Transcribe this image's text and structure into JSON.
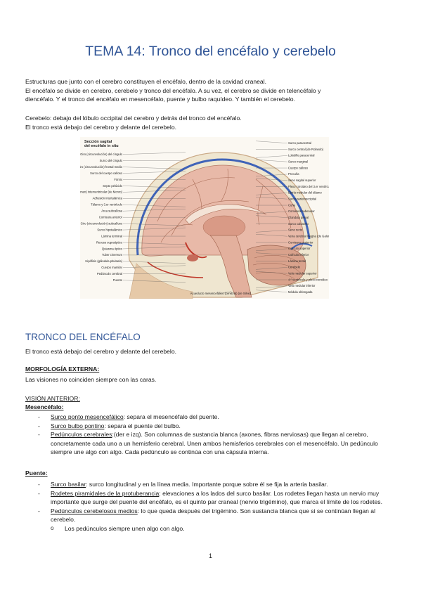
{
  "title": "TEMA 14: Tronco del encéfalo y cerebelo",
  "intro": [
    "Estructuras que junto con el cerebro constituyen el encéfalo, dentro de la cavidad craneal.",
    "El encéfalo se divide en cerebro, cerebelo y tronco del encéfalo. A su vez, el cerebro se divide en telencéfalo y",
    "diencéfalo. Y el tronco del encéfalo en mesencéfalo, puente y bulbo raquídeo. Y también el cerebelo."
  ],
  "cerebelo_lines": [
    "Cerebelo: debajo del lóbulo occipital del cerebro y detrás del tronco del encéfalo.",
    "El tronco está debajo del cerebro y delante del cerebelo."
  ],
  "figure": {
    "caption_lines": [
      "Sección sagital",
      "del encéfalo in situ"
    ],
    "labels_left": [
      "Giro (circunvolución) del cíngulo",
      "Surco del cíngulo",
      "Giro (circunvolución) frontal medio",
      "Surco del cuerpo calloso",
      "Fórnix",
      "Septo pelúcido",
      "Agujero (foramen) interventricular (de Monro)",
      "Adhesión intertalámica",
      "Tálamo y 3.er ventrículo",
      "Área subcallosa",
      "Comisura anterior",
      "Giro (circunvolución) subcalloso",
      "Surco hipotalámico",
      "Lámina terminal",
      "Receso supraóptico",
      "Quiasma óptico",
      "Tuber cinereum",
      "Hipófisis (glándula pituitaria)",
      "Cuerpo mamilar",
      "Pedúnculo cerebral",
      "Puente"
    ],
    "labels_right": [
      "Surco paracentral",
      "Surco central (de Rolando)",
      "Lobulillo paracentral",
      "Surco marginal",
      "Cuerpo calloso",
      "Precuña",
      "Seno sagital superior",
      "Plexo coroideo del 3.er ventrículo",
      "Estría medular del tálamo",
      "Surco parietooccipital",
      "Cuña",
      "Comisura habenular",
      "Glándula pineal",
      "Surco calcarino",
      "Seno recto",
      "Vena cerebral magna (de Galeno)",
      "Comisura posterior",
      "Colículo superior",
      "Colículo inferior",
      "Lámina tectal",
      "Cerebelo",
      "Velo medular superior",
      "4.º ventrículo y plexo coroideo",
      "Velo medular inferior",
      "Médula oblongada"
    ],
    "labels_bottom": [
      "Acueducto mesencefálico (cerebral) (de Silvio)"
    ]
  },
  "section": {
    "heading": "TRONCO DEL ENCÉFALO",
    "lead": "El tronco está debajo del cerebro y delante del cerebelo.",
    "morph_heading": "MORFOLOGÍA EXTERNA:",
    "morph_text": "Las visiones no coinciden siempre con las caras.",
    "vision": "VISIÓN ANTERIOR:",
    "mesencefalo": {
      "heading": "Mesencéfalo:",
      "items": [
        {
          "term": "Surco ponto mesencefálico",
          "text": ": separa el mesencéfalo del puente."
        },
        {
          "term": "Surco bulbo pontino",
          "text": ": separa el puente del bulbo."
        },
        {
          "term": "Pedúnculos cerebrales",
          "text": ":(der e izq). Son columnas de sustancia blanca (axones, fibras nerviosas) que llegan al cerebro, concretamente cada uno a un hemisferio cerebral. Unen ambos hemisferios cerebrales con el mesencéfalo. Un pedúnculo siempre une algo con algo. Cada pedúnculo se continúa con una cápsula interna."
        }
      ]
    },
    "puente": {
      "heading": "Puente",
      "heading_suffix": ":",
      "items": [
        {
          "term": "Surco basilar",
          "text": ": surco longitudinal y en la línea media. Importante porque sobre él se fija la arteria basilar."
        },
        {
          "term": "Rodetes piramidales de la protuberancia",
          "text": ": elevaciones a los lados del surco basilar. Los rodetes llegan hasta un nervio muy importante que surge del puente del encéfalo, es el quinto par craneal (nervio trigémino), que marca el límite de los rodetes."
        },
        {
          "term": "Pedúnculos cerebelosos medios",
          "text": ": lo que queda después del trigémino. Son sustancia blanca que si se continúan llegan al cerebelo."
        }
      ],
      "subitem": "Los pedúnculos siempre unen algo con algo."
    }
  },
  "page_number": "1",
  "colors": {
    "heading": "#2f5496",
    "text": "#1a1a1a",
    "brain_pink": "#e8b9a8",
    "cerebellum": "#d9a28c",
    "bone": "#efe6d0",
    "vessel_blue": "#3f63b8",
    "vessel_red": "#c0392b"
  }
}
